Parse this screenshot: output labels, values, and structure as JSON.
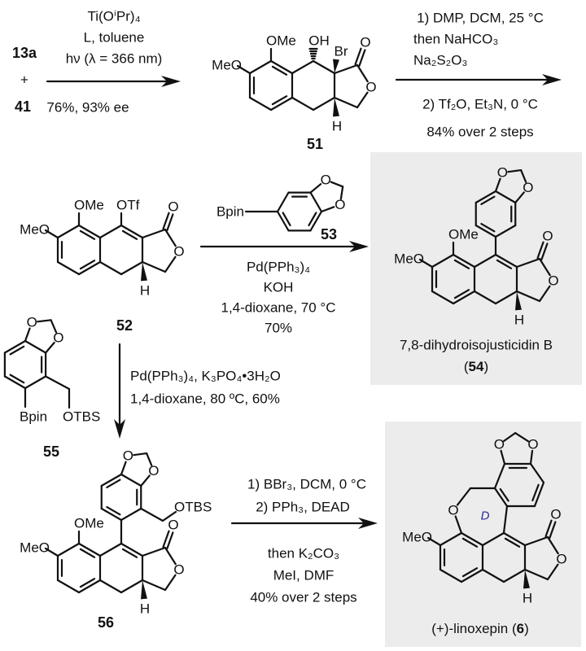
{
  "colors": {
    "box": "#ececec",
    "ring_label": "#2b2b99",
    "ink": "#111111"
  },
  "scheme": {
    "reactant_a": "13a",
    "plus": "+",
    "reactant_b": "41",
    "step1": {
      "reagents": [
        "Ti(OⁱPr)₄",
        "L, toluene",
        "hν (λ = 366 nm)"
      ],
      "yield": "76%, 93% ee"
    },
    "step2": {
      "above": [
        "1) DMP, DCM, 25 °C",
        "then NaHCO₃",
        "Na₂S₂O₃"
      ],
      "below": [
        "2) Tf₂O, Et₃N, 0 °C",
        "84% over 2 steps"
      ]
    },
    "step3": {
      "below": [
        "Pd(PPh₃)₄",
        "KOH",
        "1,4-dioxane, 70 °C",
        "70%"
      ]
    },
    "step4": {
      "lines": [
        "Pd(PPh₃)₄, K₃PO₄•3H₂O",
        "1,4-dioxane, 80 ºC, 60%"
      ]
    },
    "step5": {
      "above": [
        "1) BBr₃, DCM, 0 °C",
        "2) PPh₃, DEAD"
      ],
      "below": [
        "then K₂CO₃",
        "MeI, DMF",
        "40% over 2 steps"
      ]
    }
  },
  "compounds": {
    "c51": {
      "label": "51",
      "atoms": {
        "meo": "MeO",
        "ome": "OMe",
        "oh": "OH",
        "br": "Br",
        "o_carbonyl": "O",
        "o_ring": "O",
        "h": "H"
      }
    },
    "c52": {
      "label": "52",
      "atoms": {
        "meo": "MeO",
        "ome": "OMe",
        "otf": "OTf",
        "o_carbonyl": "O",
        "o_ring": "O",
        "h": "H"
      }
    },
    "c53": {
      "label": "53",
      "atoms": {
        "bpin": "Bpin",
        "o1": "O",
        "o2": "O"
      }
    },
    "c54": {
      "name": "7,8-dihydroisojusticidin B",
      "label_open": "(",
      "label": "54",
      "label_close": ")",
      "atoms": {
        "meo": "MeO",
        "ome": "OMe",
        "o_carbonyl": "O",
        "o_ring": "O",
        "h": "H",
        "o1": "O",
        "o2": "O"
      }
    },
    "c55": {
      "label": "55",
      "atoms": {
        "bpin": "Bpin",
        "otbs": "OTBS",
        "o1": "O",
        "o2": "O"
      }
    },
    "c56": {
      "label": "56",
      "atoms": {
        "meo": "MeO",
        "ome": "OMe",
        "otbs": "OTBS",
        "o_carbonyl": "O",
        "o_ring": "O",
        "h": "H",
        "o1": "O",
        "o2": "O"
      }
    },
    "c6": {
      "name": "(+)-linoxepin (",
      "label": "6",
      "label_close": ")",
      "ring_label": "D",
      "atoms": {
        "meo": "MeO",
        "o_ether": "O",
        "o_carbonyl": "O",
        "o_ring": "O",
        "h": "H",
        "o1": "O",
        "o2": "O"
      }
    }
  }
}
